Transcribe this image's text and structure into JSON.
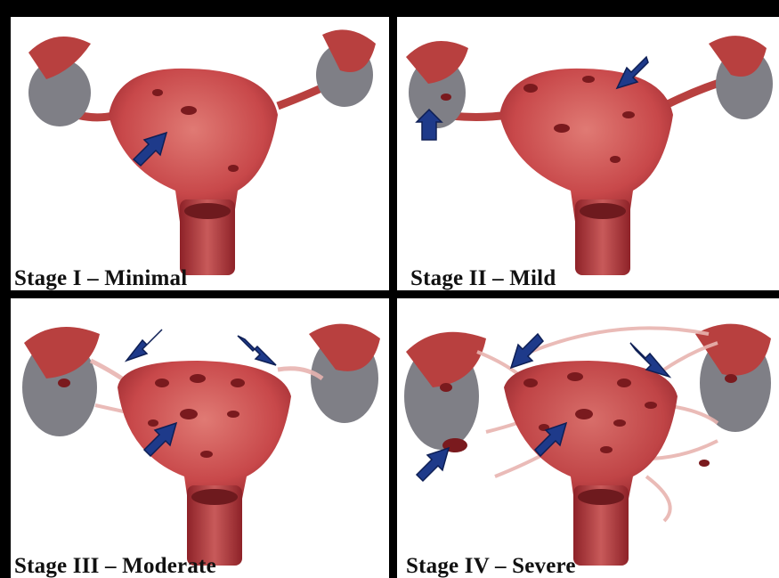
{
  "panels": [
    {
      "id": "stage-1",
      "label": "Stage I – Minimal"
    },
    {
      "id": "stage-2",
      "label": "Stage II – Mild"
    },
    {
      "id": "stage-3",
      "label": "Stage III – Moderate"
    },
    {
      "id": "stage-4",
      "label": "Stage IV – Severe"
    }
  ],
  "colors": {
    "background": "#000000",
    "panel": "#ffffff",
    "tissue": "#c8484a",
    "tissue_dark": "#8e2228",
    "ovary": "#7f7f86",
    "lesion": "#7a1a1e",
    "adhesion": "#e8b4b0",
    "arrow": "#1e3a8a"
  }
}
